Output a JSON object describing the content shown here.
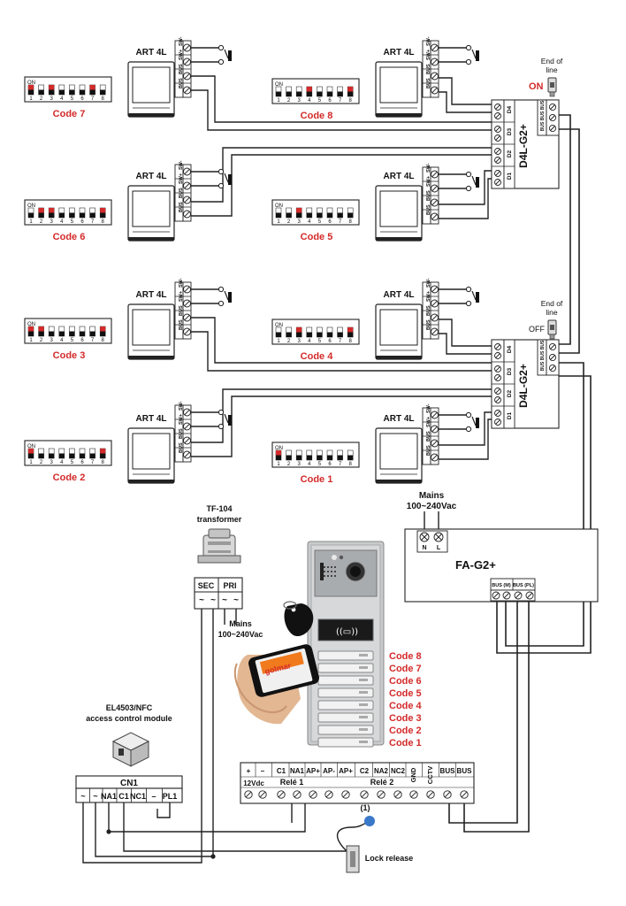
{
  "monitors": [
    {
      "model": "ART 4L",
      "code_label": "Code 7",
      "dip": [
        1,
        0,
        1,
        0,
        0,
        0,
        1,
        0
      ]
    },
    {
      "model": "ART 4L",
      "code_label": "Code 8",
      "dip": [
        0,
        0,
        0,
        1,
        0,
        0,
        0,
        1
      ]
    },
    {
      "model": "ART 4L",
      "code_label": "Code 6",
      "dip": [
        0,
        1,
        1,
        0,
        0,
        0,
        0,
        1
      ]
    },
    {
      "model": "ART 4L",
      "code_label": "Code 5",
      "dip": [
        0,
        0,
        1,
        0,
        0,
        0,
        0,
        0
      ]
    },
    {
      "model": "ART 4L",
      "code_label": "Code 3",
      "dip": [
        1,
        1,
        0,
        0,
        0,
        0,
        0,
        1
      ]
    },
    {
      "model": "ART 4L",
      "code_label": "Code 4",
      "dip": [
        0,
        0,
        1,
        0,
        0,
        0,
        0,
        1
      ]
    },
    {
      "model": "ART 4L",
      "code_label": "Code 2",
      "dip": [
        1,
        0,
        0,
        0,
        0,
        0,
        0,
        1
      ]
    },
    {
      "model": "ART 4L",
      "code_label": "Code 1",
      "dip": [
        1,
        0,
        0,
        0,
        0,
        0,
        0,
        0
      ]
    }
  ],
  "dip_on_label": "ON",
  "dip_numbers": [
    "1",
    "2",
    "3",
    "4",
    "5",
    "6",
    "7",
    "8"
  ],
  "monitor_terminals": [
    "SW-",
    "SW+",
    "BUS",
    "BUS"
  ],
  "distributors": [
    {
      "model": "D4L-G2+",
      "outputs": [
        "D4",
        "D3",
        "D2",
        "D1"
      ],
      "bus_labels": [
        "BUS",
        "BUS",
        "BUS"
      ],
      "end_of_line_label": "End of line",
      "end_of_line_state": "ON"
    },
    {
      "model": "D4L-G2+",
      "outputs": [
        "D4",
        "D3",
        "D2",
        "D1"
      ],
      "bus_labels": [
        "BUS",
        "BUS",
        "BUS"
      ],
      "end_of_line_label": "End of line",
      "end_of_line_state": "OFF"
    }
  ],
  "power_supply": {
    "model": "FA-G2+",
    "mains_label": "Mains",
    "mains_voltage": "100~240Vac",
    "terminals": [
      "N",
      "L"
    ],
    "bus_labels": [
      "BUS (M)",
      "BUS (PL)"
    ]
  },
  "transformer": {
    "model": "TF-104",
    "name": "transformer",
    "sec_label": "SEC",
    "pri_label": "PRI",
    "mains_label": "Mains",
    "mains_voltage": "100~240Vac",
    "terminal_symbols": [
      "~",
      "~",
      "~",
      "~"
    ]
  },
  "panel_codes": [
    "Code 8",
    "Code 7",
    "Code 6",
    "Code 5",
    "Code 4",
    "Code 3",
    "Code 2",
    "Code 1"
  ],
  "access_module": {
    "model": "EL4503/NFC",
    "name": "access control module",
    "connector": "CN1",
    "terminals": [
      "~",
      "~",
      "NA1",
      "C1",
      "NC1",
      "–",
      "PL1"
    ]
  },
  "door_panel_block": {
    "labels": [
      "+",
      "–",
      "C1",
      "NA1",
      "AP+",
      "AP-",
      "AP+",
      "C2",
      "NA2",
      "NC2",
      "GND",
      "CCTV",
      "BUS",
      "BUS"
    ],
    "group_labels": [
      "12Vdc",
      "Relé 1",
      "Relé 2"
    ],
    "note": "(1)"
  },
  "lock_label": "Lock release",
  "phone_brand": "golmar"
}
